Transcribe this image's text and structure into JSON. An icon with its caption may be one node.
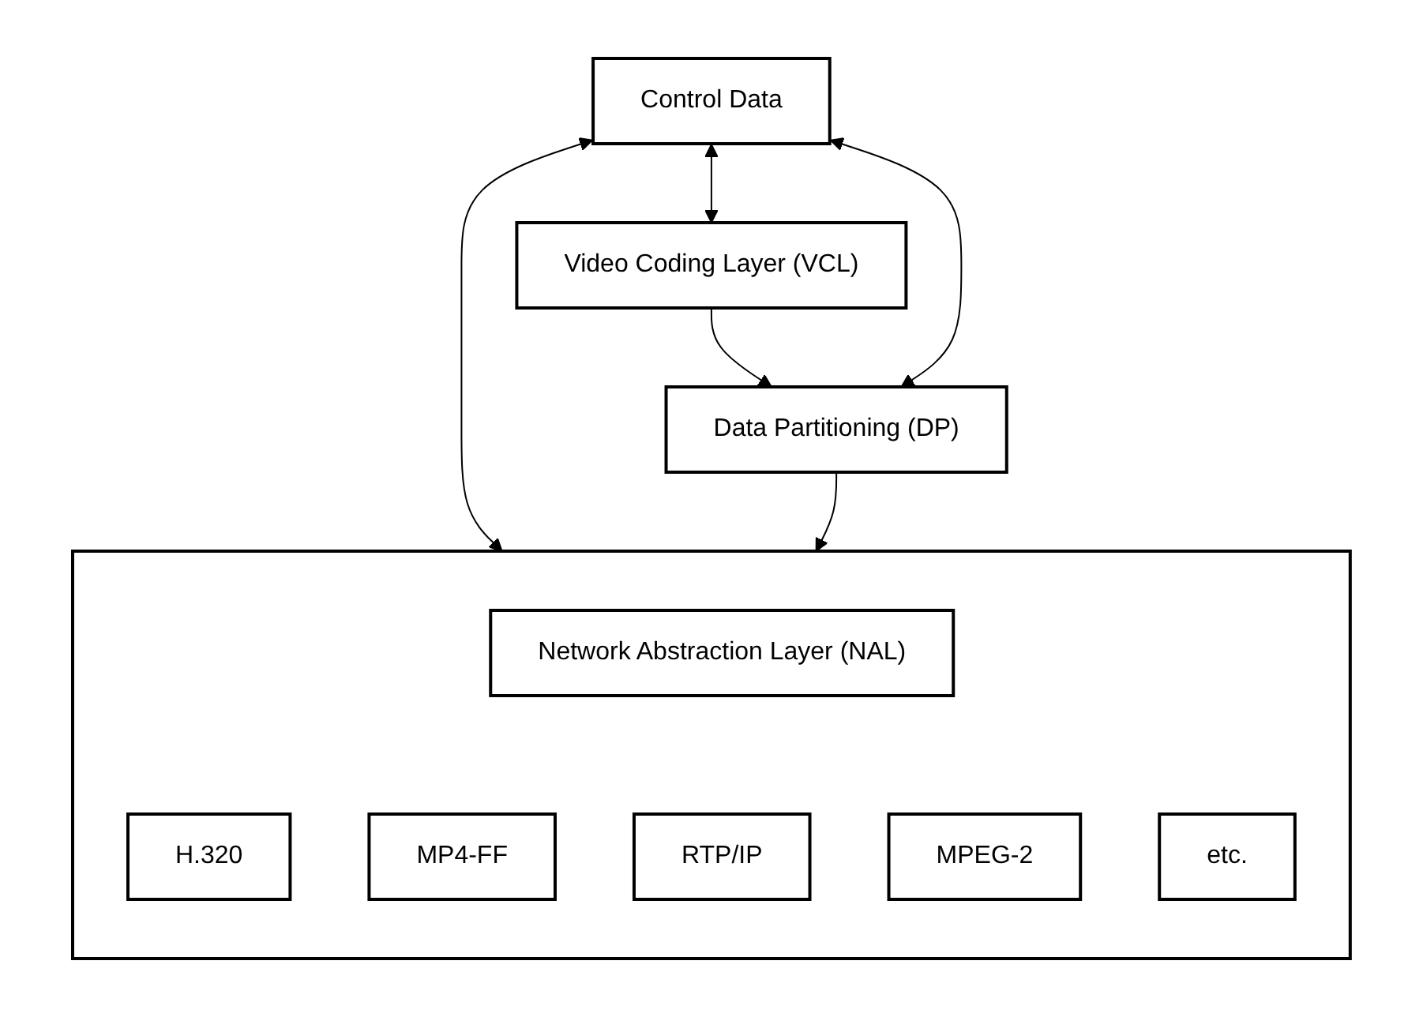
{
  "diagram": {
    "nodes": [
      {
        "text": [
          "Control Data"
        ]
      },
      {
        "text": [
          "Video Coding Layer (VCL)"
        ]
      },
      {
        "text": [
          "Data Partitioning (DP)"
        ]
      },
      {
        "text": [],
        "shape": "box"
      },
      {
        "text": [
          "Network Abstraction Layer (NAL)"
        ],
        "in": 3
      },
      {
        "text": [
          "H.320"
        ],
        "in": 3
      },
      {
        "text": [
          "MP4-FF"
        ],
        "in": 3
      },
      {
        "text": [
          "RTP/IP"
        ],
        "in": 3
      },
      {
        "text": [
          "MPEG-2"
        ],
        "in": 3
      },
      {
        "text": [
          "etc."
        ],
        "in": 3
      }
    ],
    "edges": [
      {
        "from": 0,
        "to": 1,
        "arrow": "both"
      },
      {
        "from": 1,
        "to": 2,
        "arrow": "to"
      },
      {
        "from": 0,
        "to": 2,
        "arrow": "both"
      },
      {
        "from": 0,
        "to": 3,
        "arrow": "both"
      },
      {
        "from": 2,
        "to": 3,
        "arrow": "to"
      }
    ]
  }
}
